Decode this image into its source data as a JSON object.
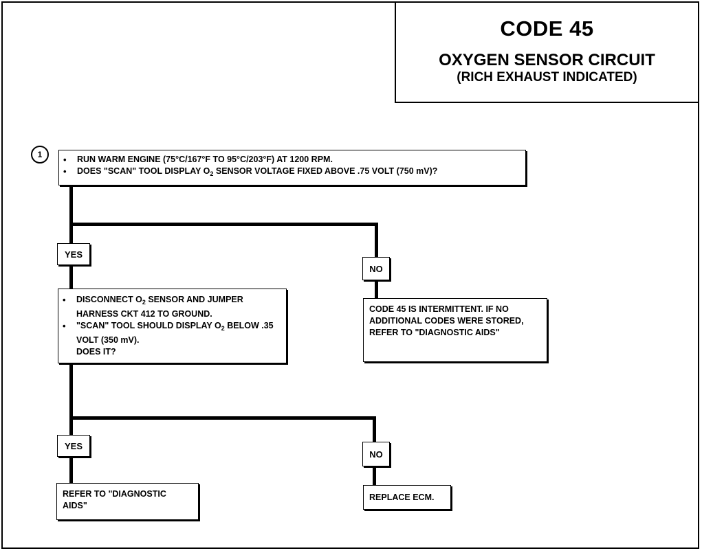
{
  "header": {
    "code": "CODE 45",
    "circuit": "OXYGEN SENSOR CIRCUIT",
    "condition": "(RICH EXHAUST INDICATED)"
  },
  "step1": {
    "number": "1",
    "bullet1": "RUN WARM ENGINE (75°C/167°F TO 95°C/203°F) AT 1200 RPM.",
    "bullet2_pre": "DOES \"SCAN\" TOOL DISPLAY O",
    "bullet2_sub": "2",
    "bullet2_post": " SENSOR VOLTAGE FIXED ABOVE .75 VOLT (750 mV)?"
  },
  "branch1": {
    "yes_label": "YES",
    "no_label": "NO",
    "no_result": "CODE 45 IS INTERMITTENT. IF NO ADDITIONAL CODES WERE STORED, REFER TO \"DIAGNOSTIC AIDS\""
  },
  "step2": {
    "bullet1_pre": "DISCONNECT O",
    "bullet1_sub": "2",
    "bullet1_post": " SENSOR AND JUMPER HARNESS CKT 412 TO GROUND.",
    "bullet2_pre": "\"SCAN\" TOOL SHOULD DISPLAY O",
    "bullet2_sub": "2",
    "bullet2_post": " BELOW .35 VOLT (350 mV).",
    "question": "DOES IT?"
  },
  "branch2": {
    "yes_label": "YES",
    "yes_result": "REFER TO \"DIAGNOSTIC AIDS\"",
    "no_label": "NO",
    "no_result": "REPLACE ECM."
  }
}
